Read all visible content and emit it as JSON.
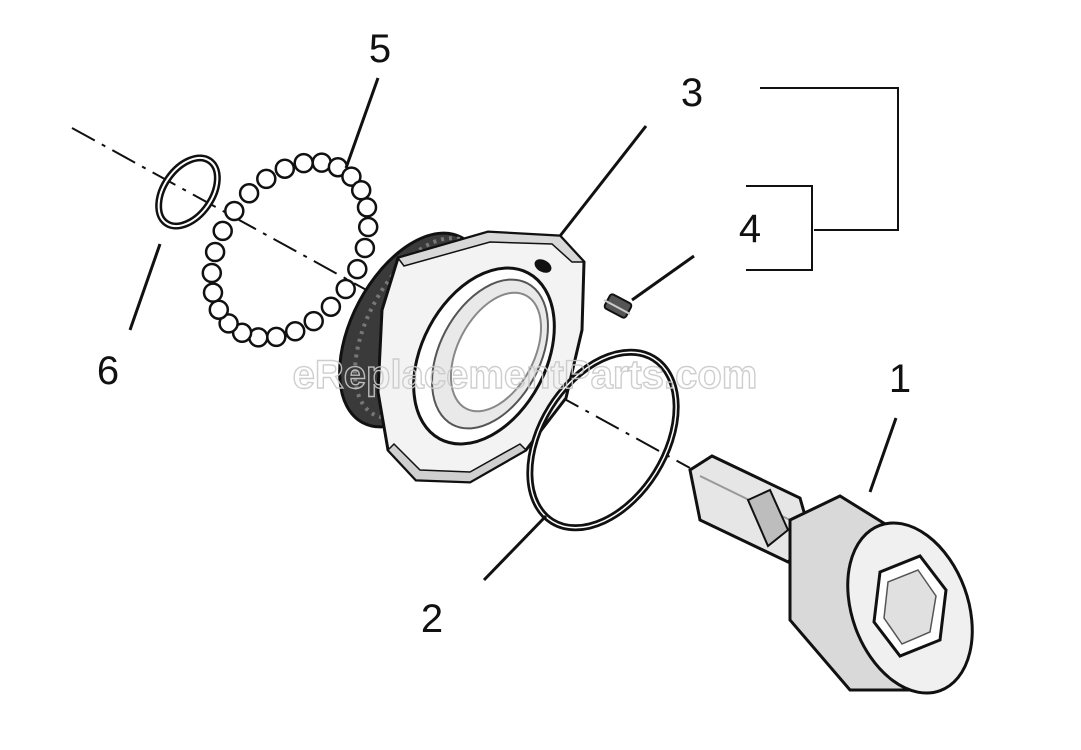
{
  "callouts": {
    "part_1": "1",
    "part_2": "2",
    "part_3": "3",
    "part_4": "4",
    "part_5": "5",
    "part_6": "6"
  },
  "watermark": "eReplacementParts.com",
  "colors": {
    "ink": "#111111",
    "paper": "#ffffff",
    "metal_light": "#f2f2f2",
    "metal_mid": "#bdbdbd",
    "watermark": "#c9c9c9"
  }
}
